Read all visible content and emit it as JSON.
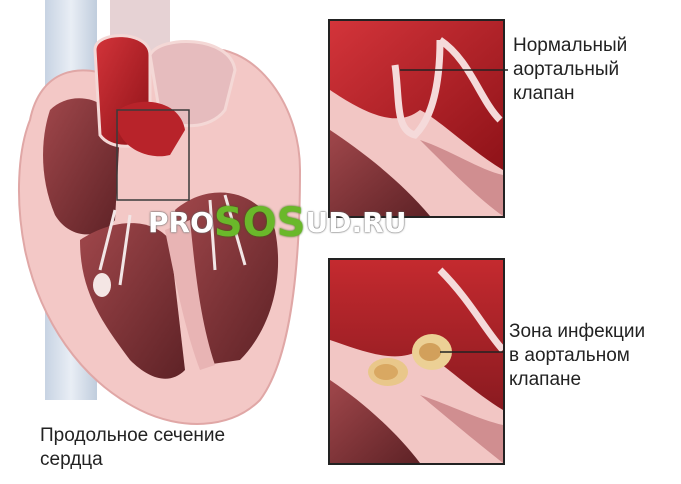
{
  "captions": {
    "heart": "Продольное сечение\nсердца",
    "normal_valve": "Нормальный\nаортальный\nклапан",
    "infection_zone": "Зона инфекции\nв аортальном\nклапане"
  },
  "watermark": {
    "part1": "PRO",
    "part2": "SOS",
    "part3": "UD.RU"
  },
  "colors": {
    "blood_red": "#b01d20",
    "muscle": "#8a3338",
    "pale_pink": "#f2c6c4",
    "vessel": "#d9e2ee",
    "infection": "#e9c78a",
    "watermark_green": "#6ab82a"
  }
}
